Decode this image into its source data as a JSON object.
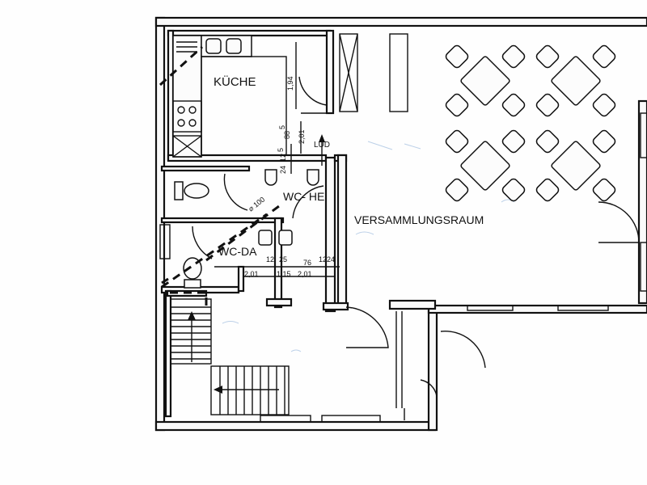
{
  "rooms": {
    "kitchen": "KÜCHE",
    "hall": "VERSAMMLUNGSRAUM",
    "wc_men": "WC- HE",
    "wc_women": "WC-DA"
  },
  "annotations": {
    "vent": "LÜD",
    "pipe": "⌀ 100"
  },
  "dimensions": {
    "kitchen_height": "1,94",
    "d_88": "88",
    "d_5": "5",
    "d_201_vertical": "2,01",
    "d_12": "12",
    "d_5b": "5",
    "d_24": "24",
    "bottom_12": "12",
    "bottom_25": "25",
    "bottom_76": "76",
    "bottom_12b": "12",
    "bottom_24": "24",
    "bottom_201_a": "2,01",
    "bottom_115": "1,15",
    "bottom_201_b": "2,01"
  }
}
